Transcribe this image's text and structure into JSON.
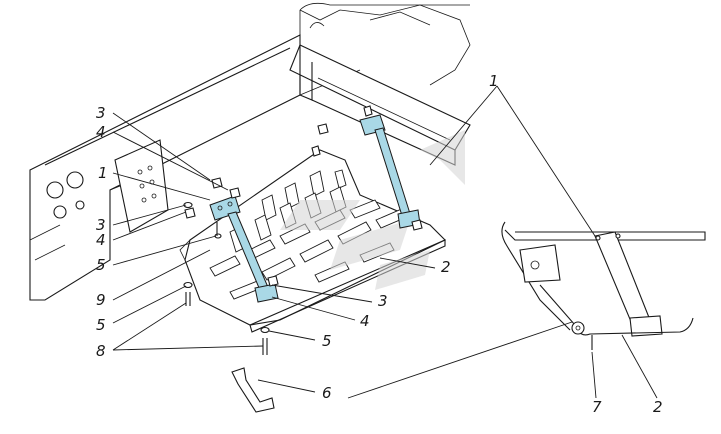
{
  "colors": {
    "accent": "#a9d8e6",
    "line": "#1a1a1a",
    "background": "#ffffff",
    "watermark": "#d4d4d4"
  },
  "callouts": {
    "c1_top": "1",
    "c3_a": "3",
    "c4_a": "4",
    "c1_left": "1",
    "c3_b": "3",
    "c4_b": "4",
    "c5_a": "5",
    "c9": "9",
    "c5_b": "5",
    "c8": "8",
    "c2_main": "2",
    "c3_c": "3",
    "c4_c": "4",
    "c5_c": "5",
    "c6": "6",
    "c7": "7",
    "c2_detail": "2"
  }
}
